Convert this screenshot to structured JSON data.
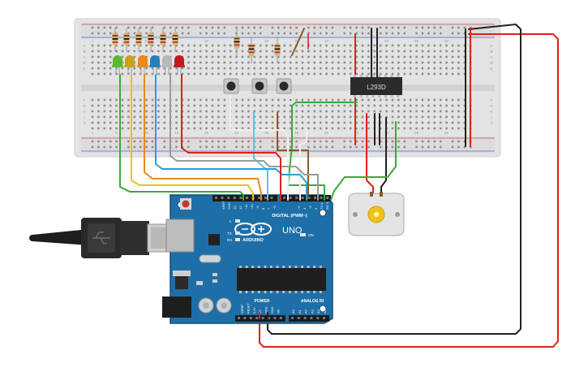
{
  "breadboard": {
    "row_labels_left": [
      "A",
      "B",
      "C",
      "D",
      "E",
      "F",
      "G",
      "H",
      "I",
      "J"
    ],
    "row_labels_right": [
      "A",
      "B",
      "C",
      "D",
      "E",
      "F",
      "G",
      "H",
      "I",
      "J"
    ],
    "column_numbers_top": [
      "1",
      "5",
      "10",
      "15",
      "20",
      "25",
      "30",
      "35",
      "40",
      "45",
      "50",
      "55",
      "60"
    ],
    "column_numbers_bottom": [
      "1",
      "5",
      "10",
      "15",
      "20",
      "25",
      "30",
      "35",
      "40",
      "45",
      "50",
      "55",
      "60"
    ]
  },
  "ic": {
    "label": "L293D"
  },
  "arduino": {
    "brand": "ARDUINO",
    "model": "UNO",
    "digital_header": "DIGITAL (PWM~)",
    "power_header": "POWER",
    "analog_header": "ANALOG IN",
    "on_label": "ON",
    "led_labels": [
      "L",
      "TX",
      "RX"
    ],
    "top_pin_labels": [
      "AREF",
      "GND",
      "13",
      "12",
      "~11",
      "~10",
      "~9",
      "8",
      "7",
      "~6",
      "~5",
      "4",
      "~3",
      "2",
      "TX 1",
      "RX 0"
    ],
    "power_pin_labels": [
      "IOREF",
      "RESET",
      "3.3V",
      "5V",
      "GND",
      "GND",
      "Vin"
    ],
    "analog_pin_labels": [
      "A0",
      "A1",
      "A2",
      "A3",
      "A4",
      "A5"
    ]
  },
  "leds": [
    {
      "color": "#5cb82e"
    },
    {
      "color": "#c9a21a"
    },
    {
      "color": "#e98a1a"
    },
    {
      "color": "#2a7fb8"
    },
    {
      "color": "#b8b8b8"
    },
    {
      "color": "#c21a1a"
    }
  ],
  "wire_colors": {
    "green": "#3aaa35",
    "yellow": "#e8c21a",
    "orange": "#e98a1a",
    "blue": "#2a9fd6",
    "gray": "#9a9a9a",
    "red": "#e0201a",
    "black": "#222222",
    "brown": "#8a5a2a",
    "white": "#f0f0f0",
    "cyan": "#5ac8e0"
  }
}
